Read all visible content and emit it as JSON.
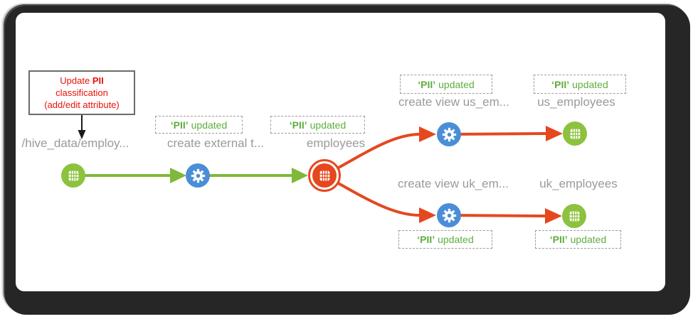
{
  "diagram": {
    "annotation_box": {
      "line1_prefix": "Update ",
      "line1_bold": "PII",
      "line2": "classification",
      "line3": "(add/edit attribute)"
    },
    "pii_badge": {
      "tag": "‘PII’",
      "label": "updated"
    },
    "nodes": [
      {
        "id": "hive-path",
        "label": "/hive_data/employ...",
        "type": "dataset-table",
        "color": "green"
      },
      {
        "id": "create-external-table",
        "label": "create external t...",
        "type": "process",
        "color": "blue"
      },
      {
        "id": "employees",
        "label": "employees",
        "type": "dataset-table",
        "color": "red",
        "highlighted": true
      },
      {
        "id": "create-view-us",
        "label": "create view us_em...",
        "type": "process",
        "color": "blue"
      },
      {
        "id": "us-employees",
        "label": "us_employees",
        "type": "dataset-table",
        "color": "green"
      },
      {
        "id": "create-view-uk",
        "label": "create view uk_em...",
        "type": "process",
        "color": "blue"
      },
      {
        "id": "uk-employees",
        "label": "uk_employees",
        "type": "dataset-table",
        "color": "green"
      }
    ],
    "edges": [
      {
        "from": "hive-path",
        "to": "create-external-table",
        "color": "green"
      },
      {
        "from": "create-external-table",
        "to": "employees",
        "color": "green"
      },
      {
        "from": "employees",
        "to": "create-view-us",
        "color": "red"
      },
      {
        "from": "create-view-us",
        "to": "us-employees",
        "color": "red"
      },
      {
        "from": "employees",
        "to": "create-view-uk",
        "color": "red"
      },
      {
        "from": "create-view-uk",
        "to": "uk-employees",
        "color": "red"
      }
    ],
    "colors": {
      "node_green": "#8cc23e",
      "node_blue": "#4a8ed7",
      "node_red": "#e5481f",
      "edge_green": "#7fb93a",
      "edge_red": "#e5481f",
      "badge_text_green": "#5fae3f",
      "label_gray": "#9a9a9a",
      "annotation_red": "#e81309",
      "frame_dark": "#262626"
    }
  }
}
